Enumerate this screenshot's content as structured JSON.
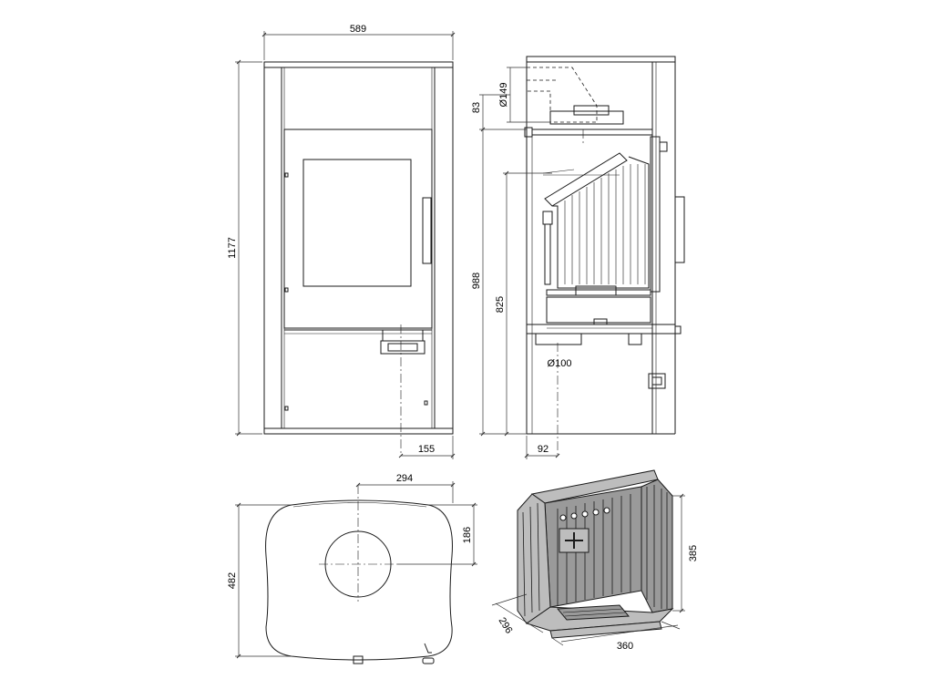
{
  "colors": {
    "line": "#1a1a1a",
    "dim": "#333333",
    "shade": "#bdbdbd"
  },
  "dimensions": {
    "front_width": "589",
    "front_height": "1177",
    "front_outlet_offset": "155",
    "side_pipe_diameter": "Ø149",
    "side_pipe_height": "83",
    "side_height_988": "988",
    "side_height_825": "825",
    "side_air_inlet": "Ø100",
    "side_inlet_offset": "92",
    "top_center_offset": "294",
    "top_depth_offset": "186",
    "top_depth": "482",
    "firebox_height": "385",
    "firebox_depth": "296",
    "firebox_width": "360"
  }
}
